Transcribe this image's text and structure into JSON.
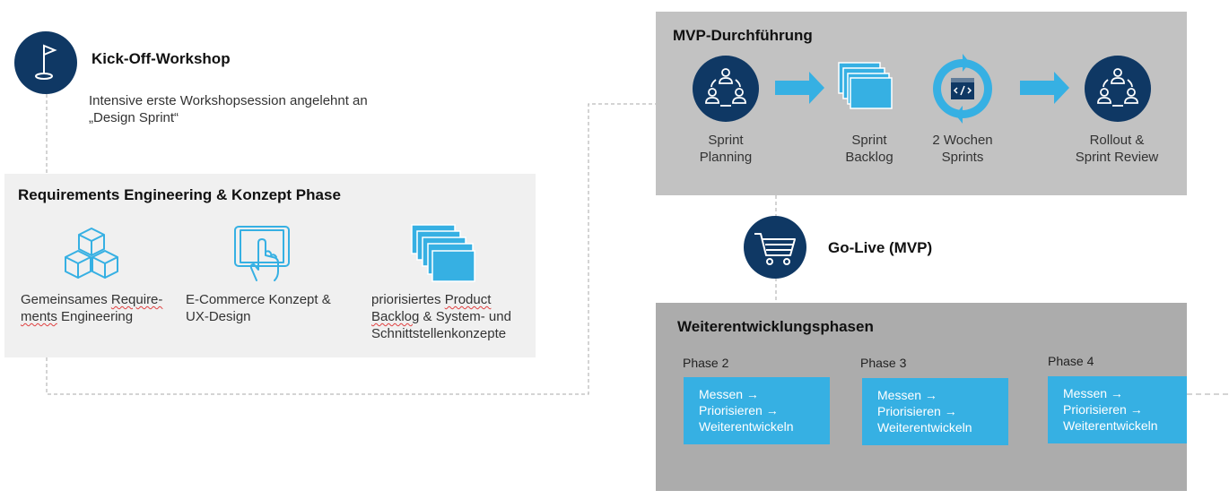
{
  "kickoff": {
    "title": "Kick-Off-Workshop",
    "desc_line1": "Intensive erste Workshopsession angelehnt an",
    "desc_line2": "„Design Sprint“",
    "icon": "flag-icon"
  },
  "requirements": {
    "title": "Requirements Engineering & Konzept Phase",
    "items": [
      {
        "icon": "cubes-icon",
        "line1_a": "Gemeinsames ",
        "line1_b": "Require-",
        "line2_a": "ments",
        "line2_b": " Engineering"
      },
      {
        "icon": "touch-tablet-icon",
        "line1": "E-Commerce Konzept &",
        "line2": "UX-Design"
      },
      {
        "icon": "stacked-cards-icon",
        "line1_a": "priorisiertes ",
        "line1_b": "Product",
        "line2_a": "Backlog",
        "line2_b": " & System- und",
        "line3": "Schnittstellenkonzepte"
      }
    ]
  },
  "mvp": {
    "title": "MVP-Durchführung",
    "steps": [
      {
        "icon": "team-cycle-icon",
        "line1": "Sprint",
        "line2": "Planning"
      },
      {
        "icon": "stacked-cards-icon",
        "line1": "Sprint",
        "line2": "Backlog"
      },
      {
        "icon": "code-cycle-icon",
        "line1": "2 Wochen",
        "line2": "Sprints"
      },
      {
        "icon": "team-cycle-icon",
        "line1": "Rollout &",
        "line2": "Sprint Review"
      }
    ]
  },
  "golive": {
    "title": "Go-Live (MVP)",
    "icon": "shopping-cart-icon"
  },
  "weiter": {
    "title": "Weiterentwicklungsphasen",
    "phases": [
      {
        "label": "Phase 2",
        "l1": "Messen →",
        "l2": "Priorisieren →",
        "l3": "Weiterentwickeln"
      },
      {
        "label": "Phase 3",
        "l1": "Messen →",
        "l2": "Priorisieren →",
        "l3": "Weiterentwickeln"
      },
      {
        "label": "Phase 4",
        "l1": "Messen →",
        "l2": "Priorisieren →",
        "l3": "Weiterentwickeln"
      }
    ]
  },
  "colors": {
    "navy": "#0f3864",
    "accent_blue": "#36b0e3",
    "panel_light": "#f0f0f0",
    "panel_mid": "#c2c2c2",
    "panel_dark": "#acacac"
  }
}
